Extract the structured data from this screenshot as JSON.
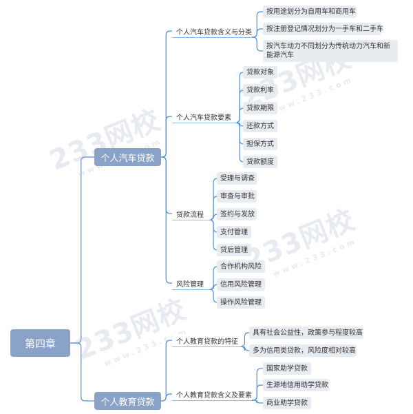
{
  "root": {
    "label": "第四章"
  },
  "watermark": {
    "text": "233网校",
    "sub": "www.233.com"
  },
  "branches": [
    {
      "label": "个人汽车贷款",
      "groups": [
        {
          "label": "个人汽车贷款含义与分类",
          "items": [
            "按用途划分为自用车和商用车",
            "按注册登记情况划分为一手车和二手车",
            "按汽车动力不同划分为传统动力汽车和新能源汽车"
          ]
        },
        {
          "label": "个人汽车贷款要素",
          "items": [
            "贷款对象",
            "贷款利率",
            "贷款期限",
            "还款方式",
            "担保方式",
            "贷款额度"
          ]
        },
        {
          "label": "贷款流程",
          "items": [
            "受理与调查",
            "审查与审批",
            "签约与发放",
            "支付管理",
            "贷后管理"
          ]
        },
        {
          "label": "风险管理",
          "items": [
            "合作机构风险",
            "信用风险管理",
            "操作风险管理"
          ]
        }
      ]
    },
    {
      "label": "个人教育贷款",
      "groups": [
        {
          "label": "个人教育贷款的特征",
          "items": [
            "具有社会公益性，政策参与程度较高",
            "多为信用类贷款，风险度相对较高"
          ]
        },
        {
          "label": "个人教育贷款含义及要素",
          "items": [
            "国家助学贷款",
            "生源地信用助学贷款",
            "商业助学贷款"
          ]
        }
      ]
    }
  ]
}
